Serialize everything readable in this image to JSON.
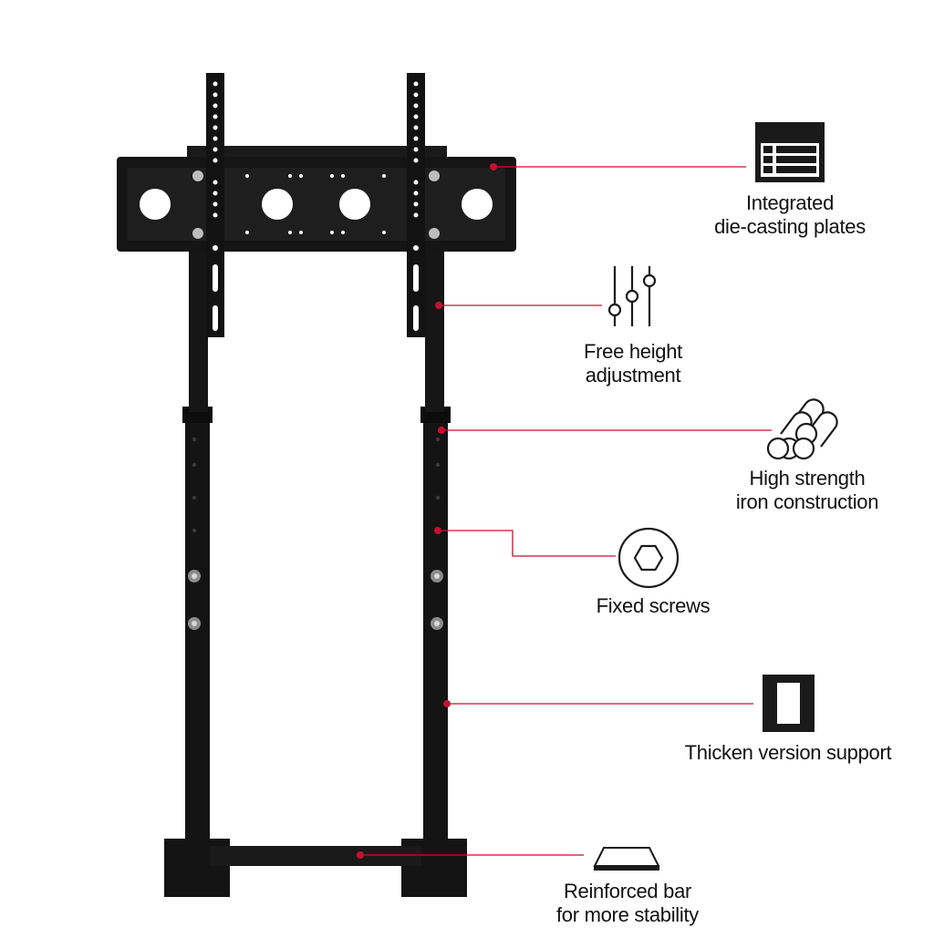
{
  "colors": {
    "accent": "#c8102e",
    "metal": "#111111",
    "icon": "#1a1a1a",
    "bolt": "#9a9a9a"
  },
  "features": [
    {
      "id": "plates",
      "icon": "plates-icon",
      "lines": [
        "Integrated",
        "die-casting plates"
      ]
    },
    {
      "id": "height",
      "icon": "sliders-icon",
      "lines": [
        "Free height",
        "adjustment"
      ]
    },
    {
      "id": "iron",
      "icon": "iron-bars-icon",
      "lines": [
        "High strength",
        "iron construction"
      ]
    },
    {
      "id": "screws",
      "icon": "hex-screw-icon",
      "lines": [
        "Fixed screws"
      ]
    },
    {
      "id": "thicken",
      "icon": "thick-support-icon",
      "lines": [
        "Thicken version support"
      ]
    },
    {
      "id": "bar",
      "icon": "reinforced-bar-icon",
      "lines": [
        "Reinforced bar",
        "for more stability"
      ]
    }
  ]
}
